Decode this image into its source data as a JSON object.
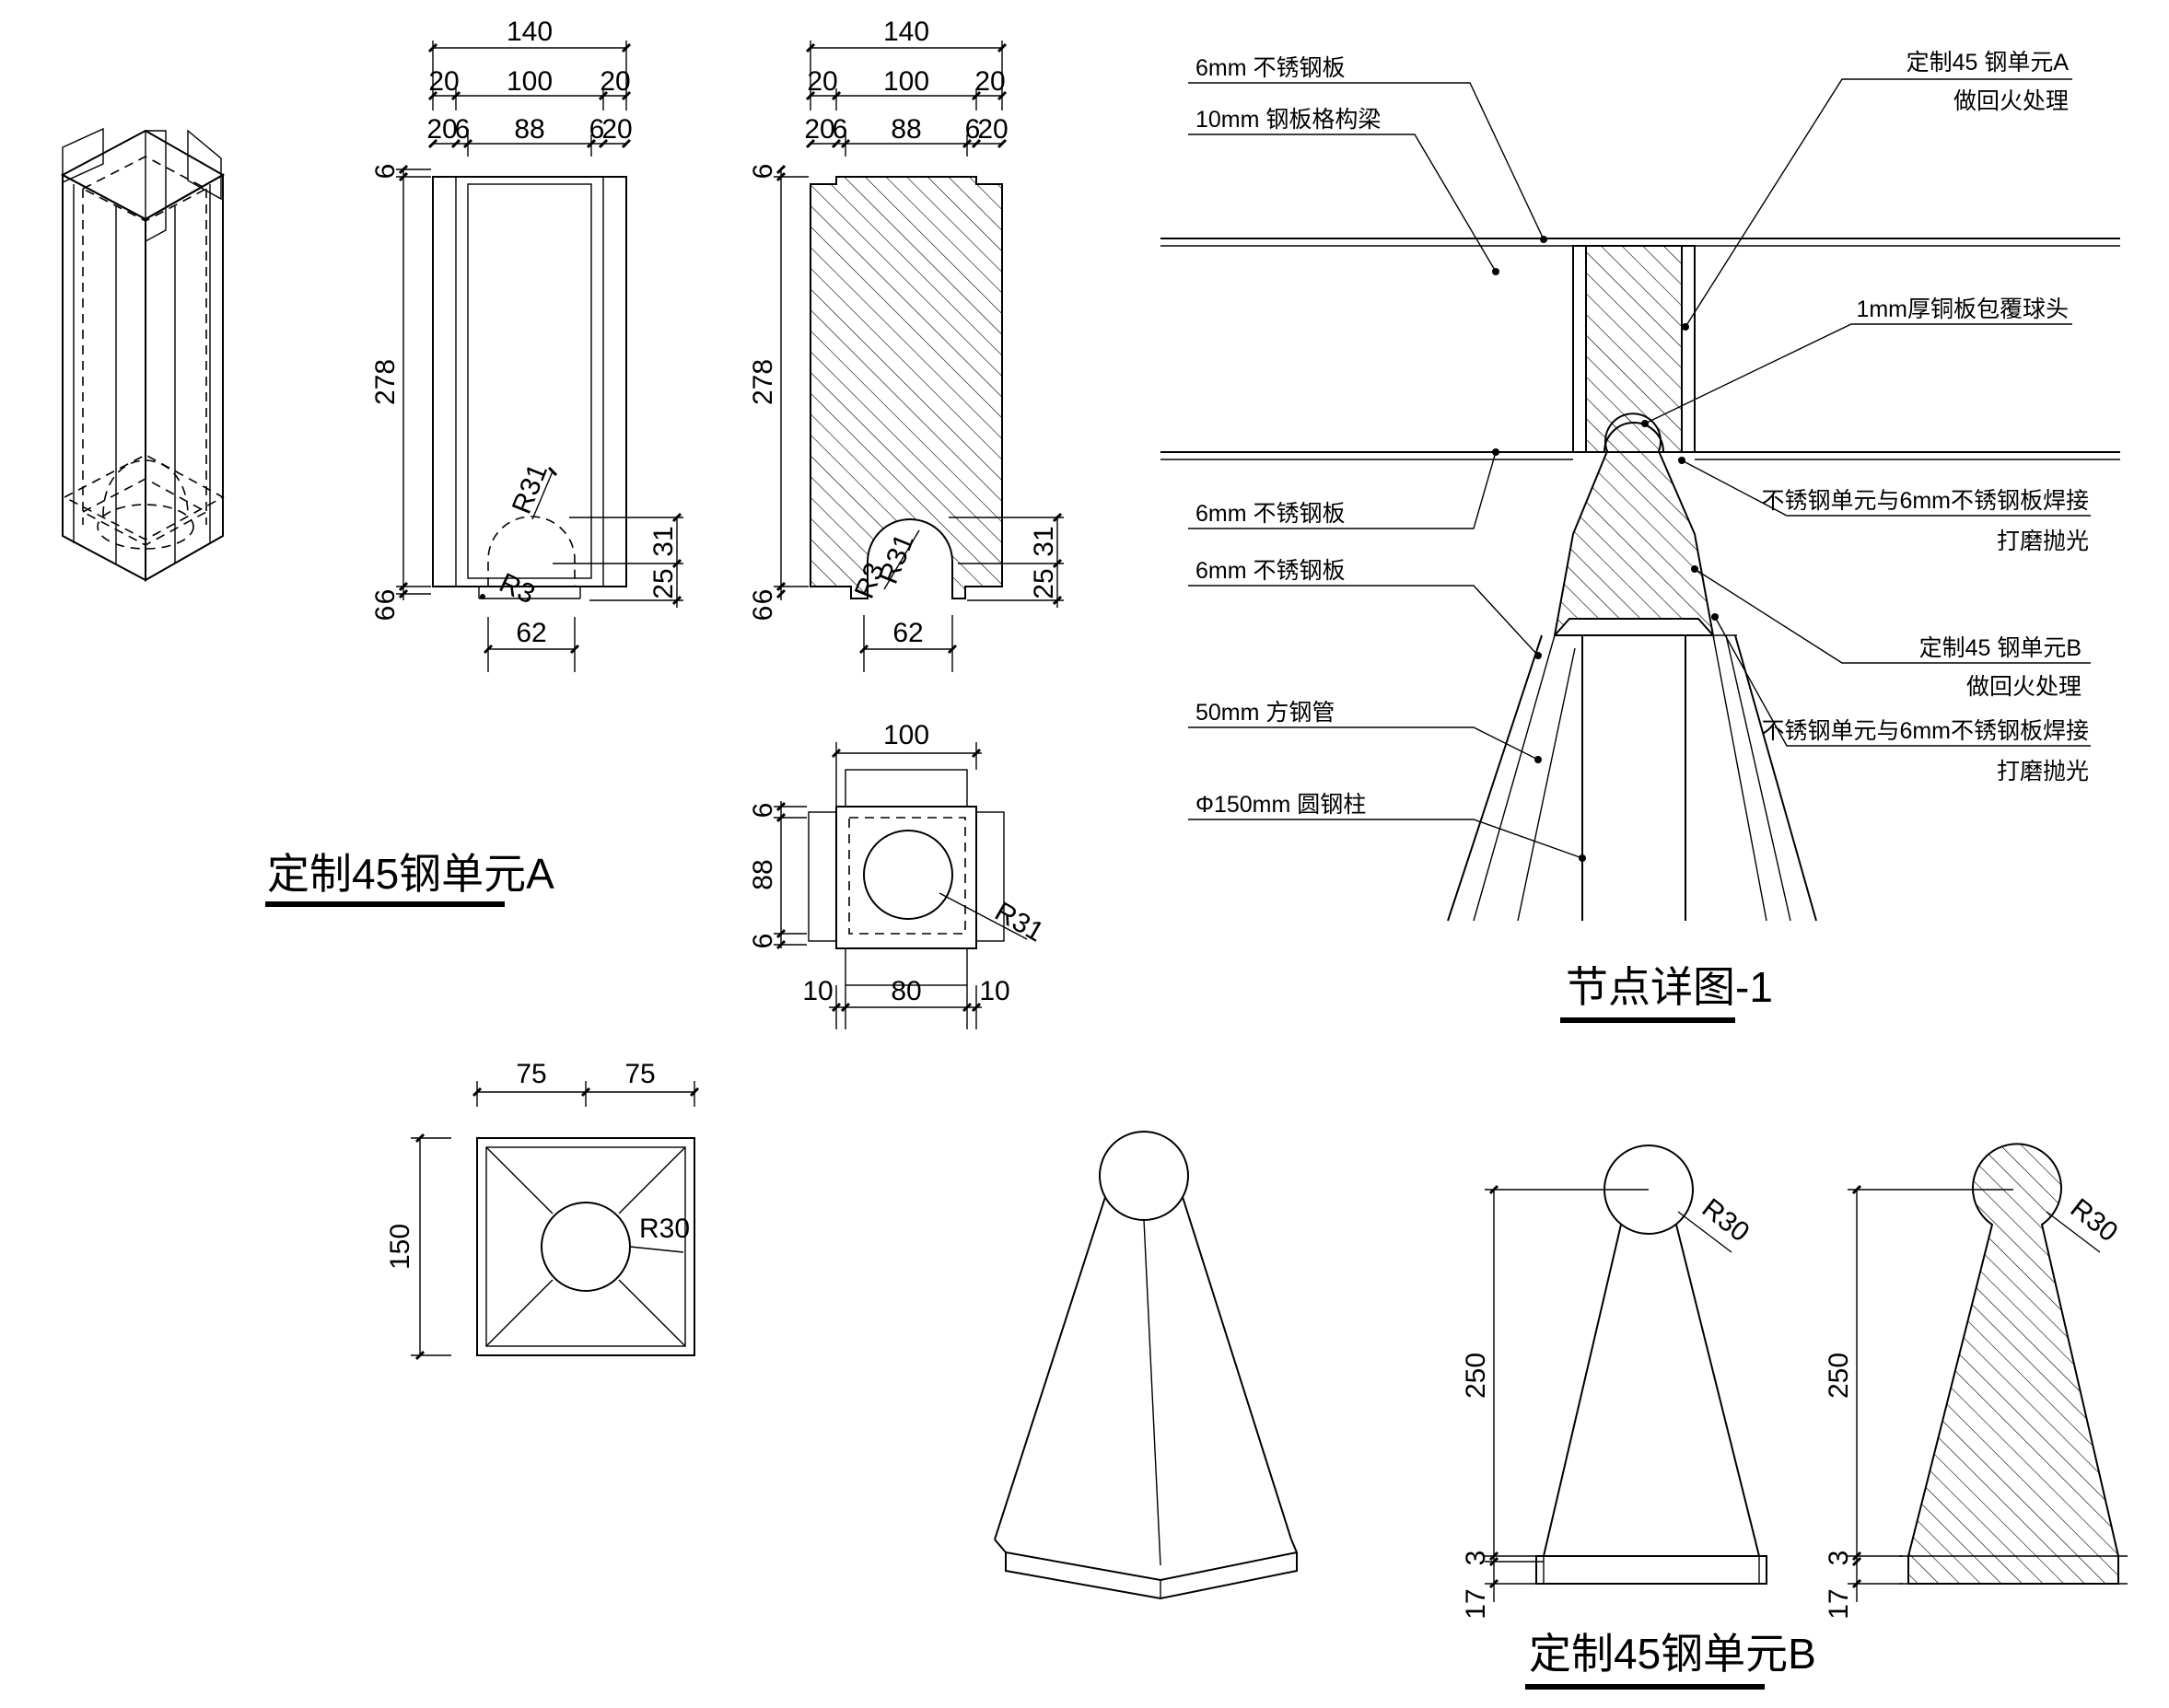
{
  "unit_a": {
    "title": "定制45钢单元A",
    "front": {
      "overall_width": "140",
      "mid_segments": [
        "20",
        "100",
        "20"
      ],
      "bottom_segments": [
        "20",
        "6",
        "88",
        "6",
        "20"
      ],
      "top_margin": "6",
      "height": "278",
      "bottom_margins": [
        "6",
        "6"
      ],
      "radius": "R31",
      "radius_small": "R3",
      "heights_right": [
        "31",
        "25"
      ],
      "base_width": "62"
    },
    "section": {
      "overall_width": "140",
      "mid_segments": [
        "20",
        "100",
        "20"
      ],
      "bottom_segments": [
        "20",
        "6",
        "88",
        "6",
        "20"
      ],
      "top_margin": "6",
      "height": "278",
      "bottom_margins": [
        "6",
        "6"
      ],
      "radius": "R31",
      "radius_small": "R3",
      "heights_right": [
        "31",
        "25"
      ],
      "base_width": "62"
    },
    "plan": {
      "top_width": "100",
      "side_dims": [
        "6",
        "88",
        "6"
      ],
      "radius": "R31",
      "bottom_dims": [
        "10",
        "80",
        "10"
      ]
    }
  },
  "node_detail": {
    "title": "节点详图-1",
    "labels_left": [
      "6mm 不锈钢板",
      "10mm 钢板格构梁",
      "6mm 不锈钢板",
      "6mm 不锈钢板",
      "50mm 方钢管",
      "Φ150mm 圆钢柱"
    ],
    "labels_right": [
      "定制45 钢单元A",
      "做回火处理",
      "1mm厚铜板包覆球头",
      "不锈钢单元与6mm不锈钢板焊接",
      "打磨抛光",
      "定制45 钢单元B",
      "做回火处理",
      "不锈钢单元与6mm不锈钢板焊接",
      "打磨抛光"
    ]
  },
  "unit_b": {
    "title": "定制45钢单元B",
    "plan": {
      "top_dims": [
        "75",
        "75"
      ],
      "side_dim": "150",
      "radius": "R30"
    },
    "elevation": {
      "radius": "R30",
      "height": "250",
      "base_dims": [
        "3",
        "17"
      ]
    },
    "section": {
      "radius": "R30",
      "height": "250",
      "base_dims": [
        "3",
        "17"
      ]
    }
  }
}
